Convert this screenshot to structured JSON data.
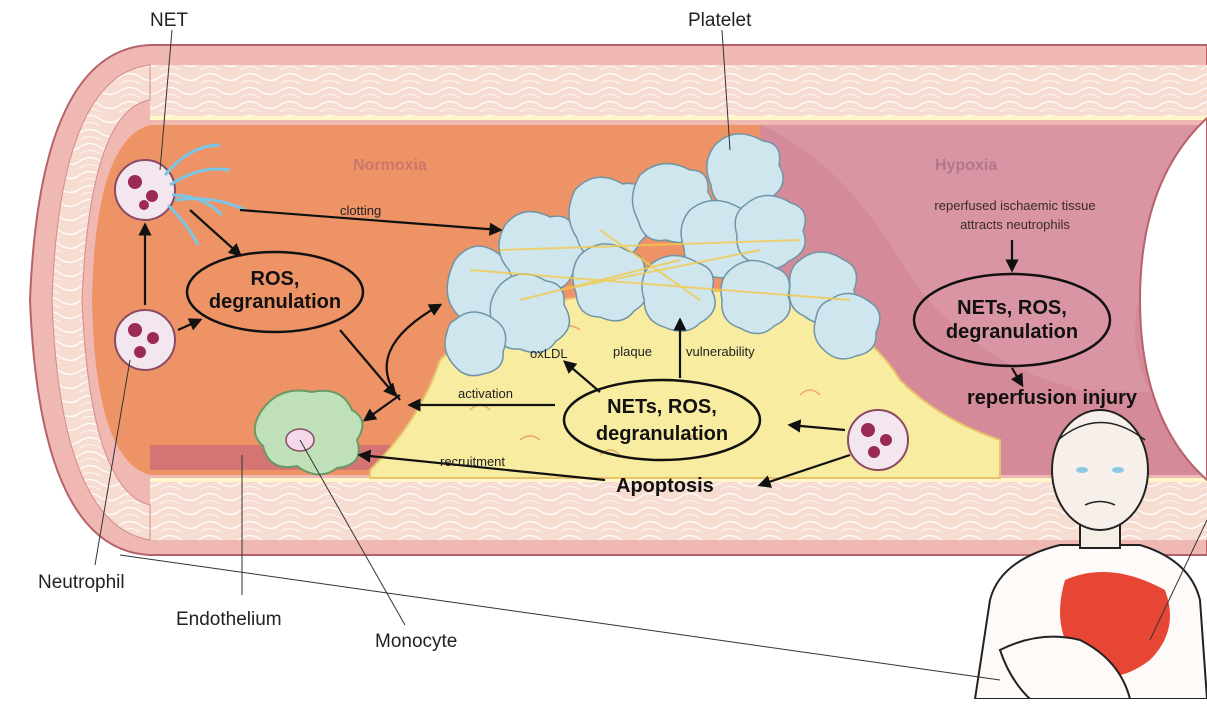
{
  "labels": {
    "net": "NET",
    "platelet": "Platelet",
    "normoxia": "Normoxia",
    "hypoxia": "Hypoxia",
    "clotting": "clotting",
    "ros_degranulation_line1": "ROS,",
    "ros_degranulation_line2": "degranulation",
    "hypoxia_note_line1": "reperfused ischaemic tissue",
    "hypoxia_note_line2": "attracts neutrophils",
    "hypoxia_nets_line1": "NETs, ROS,",
    "hypoxia_nets_line2": "degranulation",
    "reperfusion_injury": "reperfusion injury",
    "oxldl": "oxLDL",
    "plaque": "plaque",
    "vulnerability": "vulnerability",
    "activation": "activation",
    "center_nets_line1": "NETs, ROS,",
    "center_nets_line2": "degranulation",
    "recruitment": "recruitment",
    "apoptosis": "Apoptosis",
    "neutrophil": "Neutrophil",
    "endothelium": "Endothelium",
    "monocyte": "Monocyte"
  },
  "colors": {
    "vessel_outer": "#f2c6c0",
    "vessel_wall": "#f6d8cf",
    "lumen_normoxia": "#ee9366",
    "lumen_hypoxia": "#d48a99",
    "plaque": "#f7ec9f",
    "platelet": "#cfe6ef",
    "neutrophil_nucleus": "#9b2b55",
    "monocyte": "#bfe0b8",
    "heart_red": "#e5321e"
  }
}
